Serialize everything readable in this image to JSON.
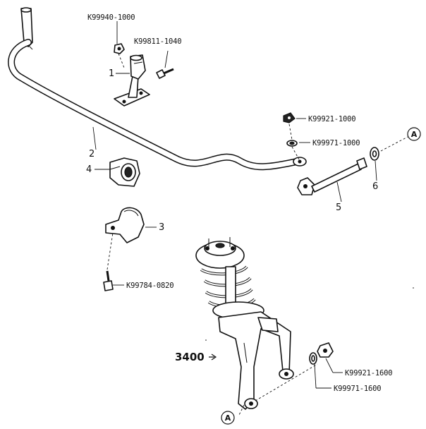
{
  "diagram": {
    "labels": {
      "k99940": "K99940-1000",
      "k99811": "K99811-1040",
      "k99921_top": "K99921-1000",
      "k99971_top": "K99971-1000",
      "k99784": "K99784-0820",
      "k99921_bot": "K99921-1600",
      "k99971_bot": "K99971-1600"
    },
    "callouts": {
      "c1": "1",
      "c2": "2",
      "c3": "3",
      "c4": "4",
      "c5": "5",
      "c6": "6"
    },
    "assembly_ref": "3400",
    "view_refs": {
      "top": "A",
      "bottom": "A"
    }
  }
}
